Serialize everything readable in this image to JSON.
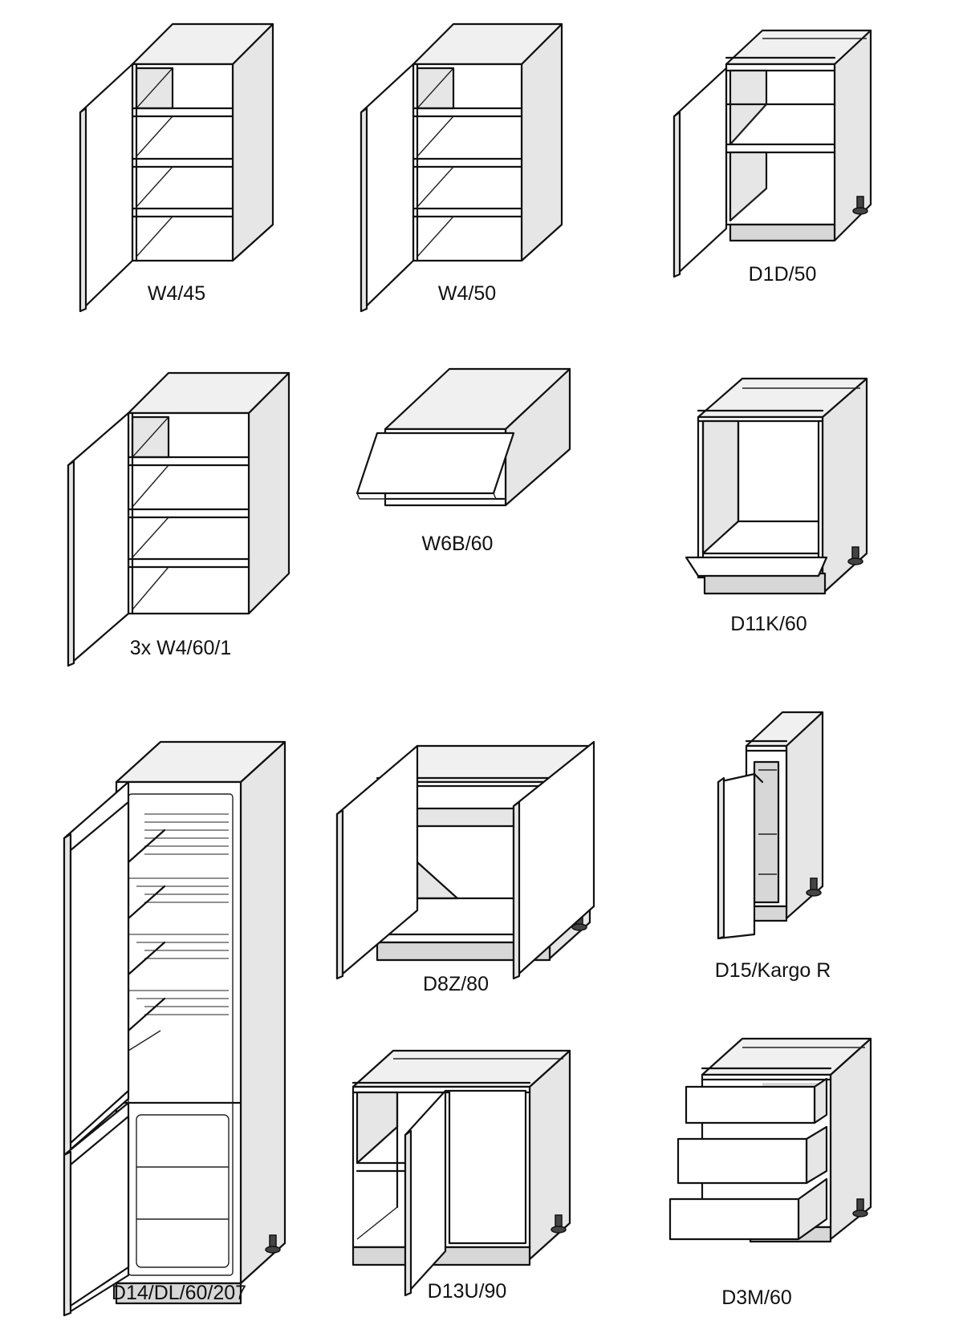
{
  "cabinets": [
    {
      "id": "W4/45",
      "label": "W4/45"
    },
    {
      "id": "W4/50",
      "label": "W4/50"
    },
    {
      "id": "D1D/50",
      "label": "D1D/50"
    },
    {
      "id": "3x W4/60/1",
      "label": "3x W4/60/1"
    },
    {
      "id": "W6B/60",
      "label": "W6B/60"
    },
    {
      "id": "D11K/60",
      "label": "D11K/60"
    },
    {
      "id": "D14/DL/60/207",
      "label": "D14/DL/60/207"
    },
    {
      "id": "D8Z/80",
      "label": "D8Z/80"
    },
    {
      "id": "D15/Kargo R",
      "label": "D15/Kargo R"
    },
    {
      "id": "D13U/90",
      "label": "D13U/90"
    },
    {
      "id": "D3M/60",
      "label": "D3M/60"
    }
  ]
}
